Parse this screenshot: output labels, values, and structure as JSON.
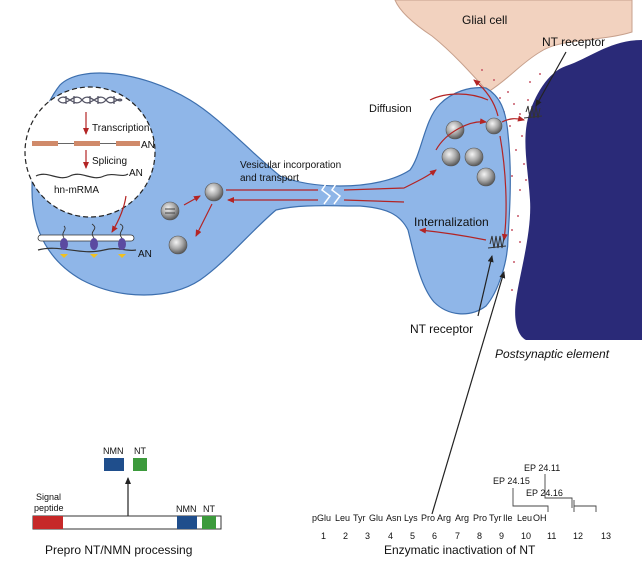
{
  "colors": {
    "neuron": "#8fb6e8",
    "neuron_edge": "#3d6fae",
    "glia": "#f2d2bf",
    "glia_edge": "#c7a08c",
    "postsynaptic": "#2a2a78",
    "arrow": "#b32424",
    "nucleus": "#ffffff",
    "vesicle": "#9a9a9a",
    "signal_peptide": "#c62828",
    "nmn_box": "#1f4e8c",
    "nt_box": "#3c9a3c"
  },
  "labels": {
    "glial_cell": "Glial cell",
    "nt_receptor_top": "NT receptor",
    "nt_receptor_bottom": "NT receptor",
    "diffusion": "Diffusion",
    "vesicular": "Vesicular incorporation",
    "transport": "and transport",
    "internalization": "Internalization",
    "postsynaptic": "Postsynaptic element",
    "transcription": "Transcription",
    "splicing": "Splicing",
    "hn_mrna": "hn-mRMA",
    "an_1": "AN",
    "an_2": "AN",
    "an_3": "AN"
  },
  "prepro": {
    "title": "Prepro NT/NMN processing",
    "signal_line1": "Signal",
    "signal_line2": "peptide",
    "nmn_precursor": "NMN",
    "nt_precursor": "NT",
    "nmn_product": "NMN",
    "nt_product": "NT"
  },
  "enzymatic": {
    "title": "Enzymatic inactivation of NT",
    "residues": [
      "pGlu",
      "Leu",
      "Tyr",
      "Glu",
      "Asn",
      "Lys",
      "Pro",
      "Arg",
      "Arg",
      "Pro",
      "Tyr",
      "Ile",
      "Leu",
      "OH"
    ],
    "numbers": [
      "1",
      "2",
      "3",
      "4",
      "5",
      "6",
      "7",
      "8",
      "9",
      "10",
      "11",
      "12",
      "13"
    ],
    "ep_2411": "EP 24.11",
    "ep_2415": "EP 24.15",
    "ep_2416": "EP 24.16"
  }
}
